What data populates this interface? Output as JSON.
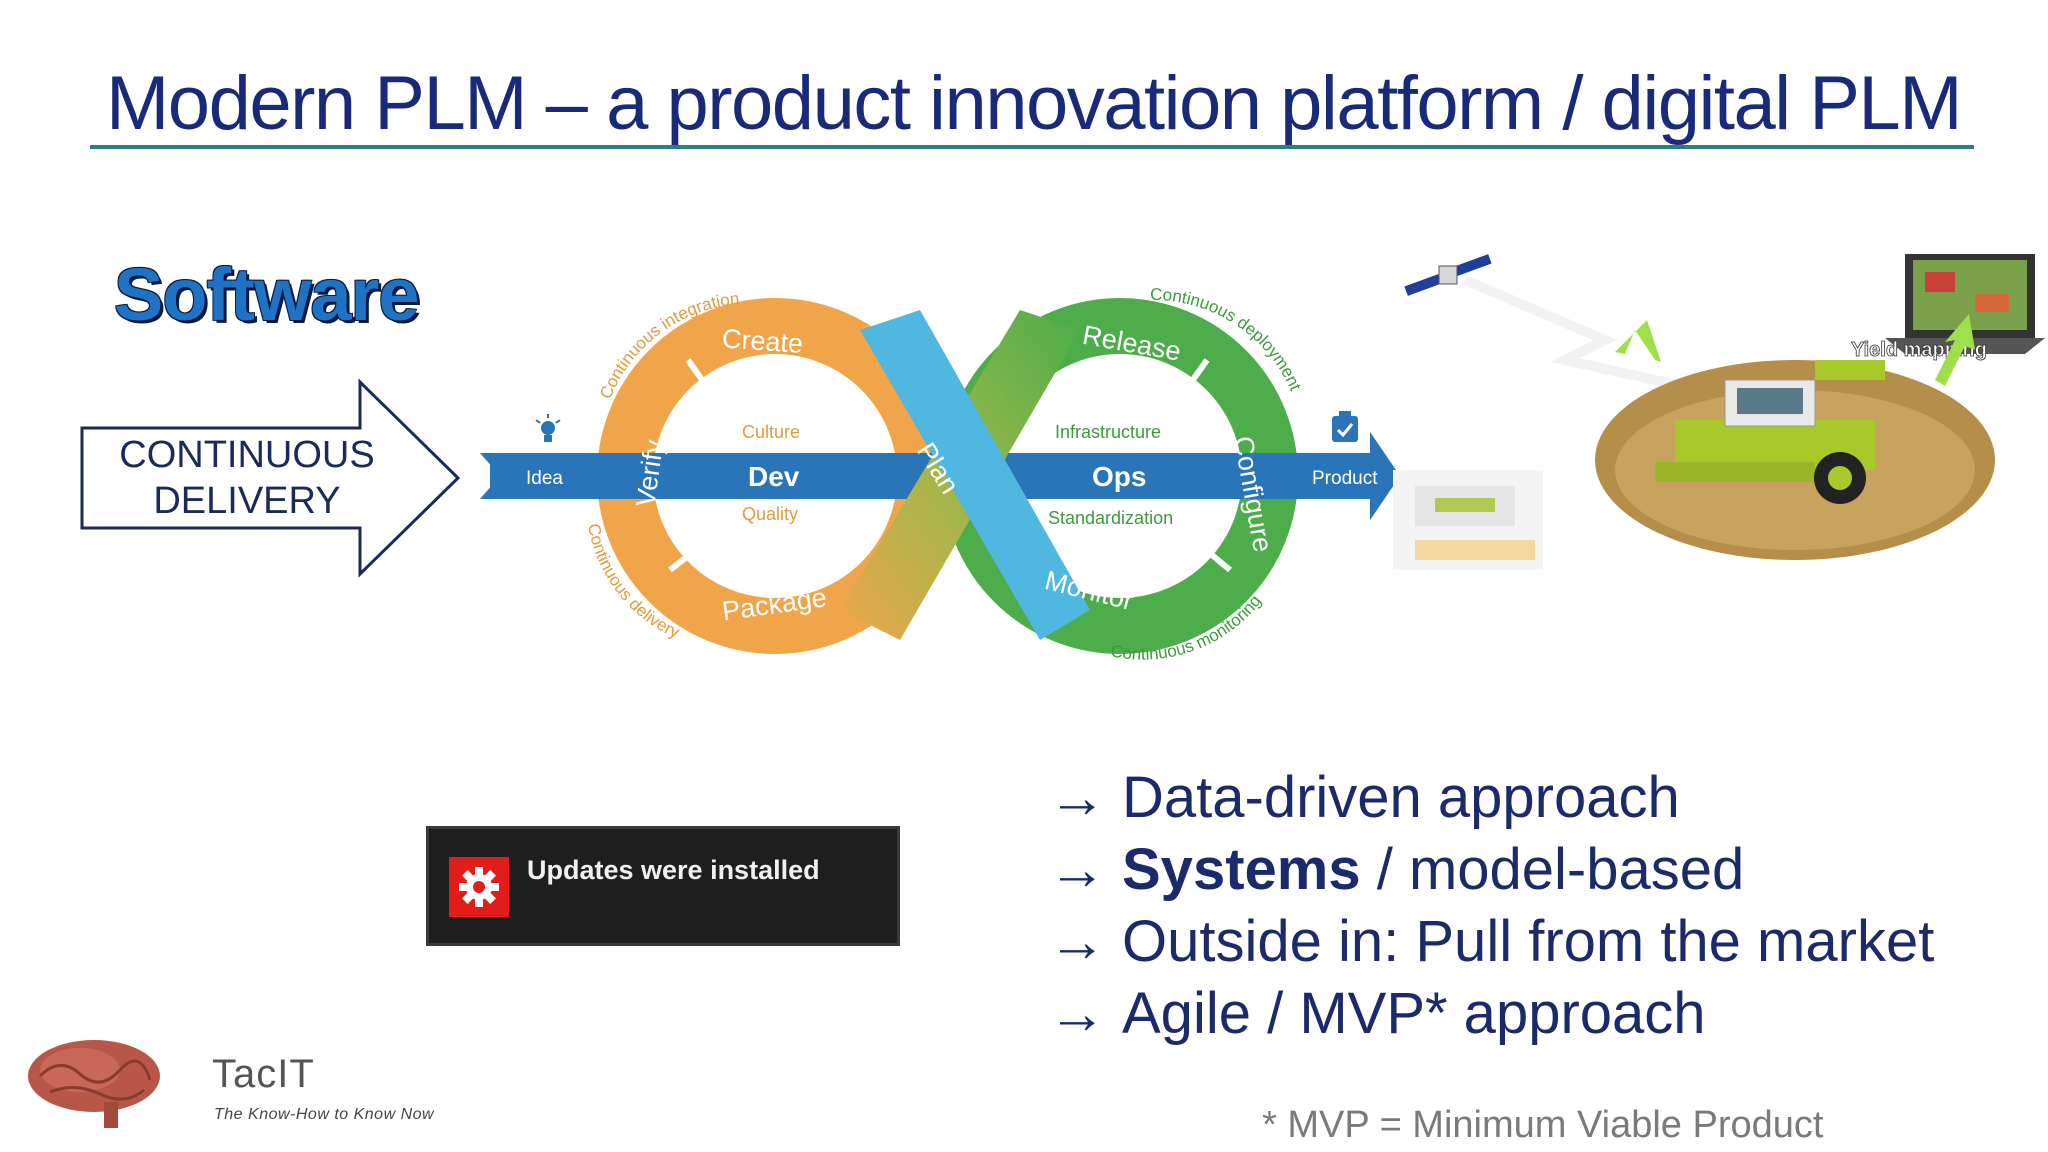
{
  "slide": {
    "title": "Modern PLM – a product innovation platform / digital PLM",
    "software_heading": "Software",
    "cd_line1": "CONTINUOUS",
    "cd_line2": "DELIVERY"
  },
  "devops": {
    "idea": "Idea",
    "product": "Product",
    "dev": "Dev",
    "ops": "Ops",
    "plan": "Plan",
    "create": "Create",
    "verify": "Verify",
    "package": "Package",
    "release": "Release",
    "configure": "Configure",
    "monitor": "Monitor",
    "culture": "Culture",
    "quality": "Quality",
    "infrastructure": "Infrastructure",
    "standardization": "Standardization",
    "ci": "Continuous integration",
    "cdel": "Continuous delivery",
    "cdep": "Continuous deployment",
    "cmon": "Continuous monitoring",
    "colors": {
      "dev": "#f0a54a",
      "ops": "#4cad4a",
      "bar": "#2a74b8",
      "plan": "#4fb7e0"
    }
  },
  "farm": {
    "yield_label": "Yield mapping"
  },
  "toast": {
    "text": "Updates were installed",
    "icon": "gear-icon"
  },
  "bullets": {
    "arrow": "→",
    "b1": "Data-driven approach",
    "b2_bold": "Systems",
    "b2_rest": " / model-based",
    "b3": "Outside in: Pull from the market",
    "b4": "Agile / MVP* approach"
  },
  "footnote": "* MVP = Minimum Viable Product",
  "logo": {
    "name": "TacIT",
    "tagline": "The Know-How to Know Now"
  }
}
